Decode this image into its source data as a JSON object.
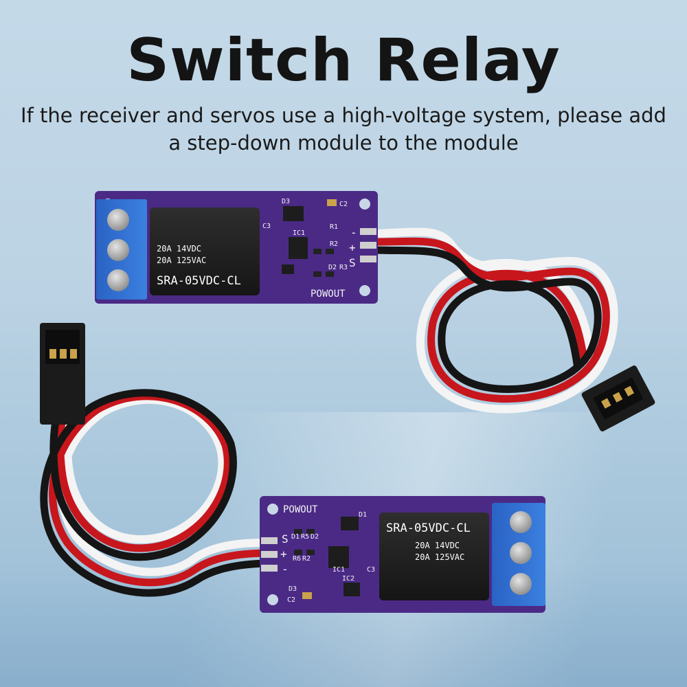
{
  "header": {
    "title": "Switch Relay",
    "subtitle_line1": "If the receiver and servos use a high-voltage system, please add",
    "subtitle_line2": "a step-down module to the module"
  },
  "module_top": {
    "relay_rating_1": "20A 14VDC",
    "relay_rating_2": "20A 125VAC",
    "relay_model": "SRA-05VDC-CL",
    "label_powout": "POWOUT",
    "pin_minus": "-",
    "pin_plus": "+",
    "pin_s": "S",
    "label_c2": "C2",
    "label_d3": "D3",
    "label_c3": "C3",
    "label_ic1": "IC1",
    "label_r1": "R1",
    "label_r2": "R2",
    "label_d2": "D2",
    "label_r3": "R3"
  },
  "module_bottom": {
    "relay_rating_1": "20A 14VDC",
    "relay_rating_2": "20A 125VAC",
    "relay_model": "SRA-05VDC-CL",
    "label_powout": "POWOUT",
    "pin_s": "S",
    "pin_plus": "+",
    "pin_minus": "-",
    "label_d1": "D1",
    "label_r5": "R5",
    "label_d2": "D2",
    "label_r6": "R6",
    "label_r2": "R2",
    "label_ic1": "IC1",
    "label_ic2": "IC2",
    "label_c3": "C3",
    "label_d3": "D3",
    "label_c2": "C2"
  },
  "colors": {
    "pcb": "#4b2a86",
    "terminal": "#2f6fd0",
    "relay": "#1f1f1f",
    "wire_red": "#c8161d",
    "wire_black": "#151515",
    "wire_white": "#f4f4f4"
  }
}
